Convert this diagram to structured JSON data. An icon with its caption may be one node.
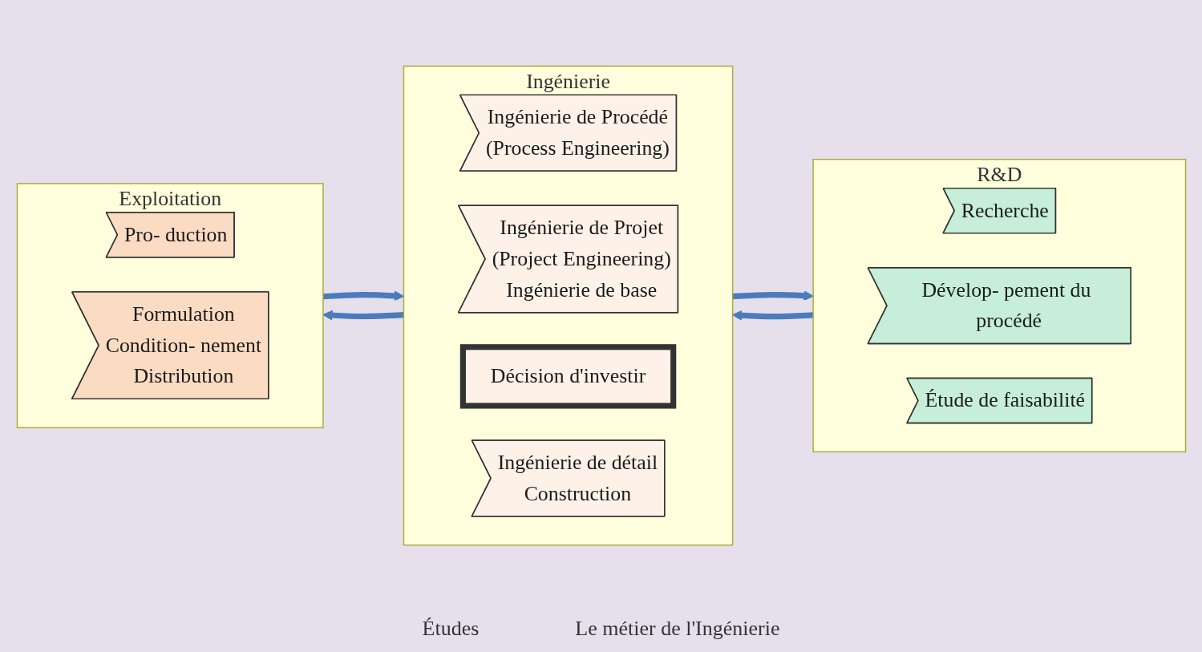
{
  "diagram": {
    "nodes": [
      {
        "text": [
          "R&D"
        ]
      },
      {
        "text": [
          "Recherche"
        ],
        "in": 0
      },
      {
        "text": [
          "Dévelop- pement du procédé"
        ],
        "in": 0
      },
      {
        "text": [
          "Étude de faisabilité"
        ],
        "in": 0
      },
      {
        "text": [
          "Ingénierie"
        ]
      },
      {
        "text": [
          "Ingénierie de Procédé",
          "(Process Engineering)"
        ],
        "in": 4
      },
      {
        "text": [
          "Ingénierie de Projet",
          "(Project Engineering)",
          "Ingénierie de base"
        ],
        "in": 4
      },
      {
        "text": [
          "Décision d'investir"
        ],
        "in": 4
      },
      {
        "text": [
          "Ingénierie de détail",
          "Construction"
        ],
        "in": 4
      },
      {
        "text": [
          "Exploitation"
        ]
      },
      {
        "text": [
          "Pro- duction"
        ],
        "in": 9
      },
      {
        "text": [
          "Formulation",
          "Condition- nement",
          "Distribution"
        ],
        "in": 9
      }
    ],
    "edges": [
      {
        "from": 0,
        "to": 4,
        "arrow": "to"
      },
      {
        "from": 4,
        "to": 9,
        "arrow": "to"
      },
      {
        "from": 4,
        "to": 0,
        "arrow": "to"
      },
      {
        "from": 9,
        "to": 4,
        "arrow": "to"
      }
    ],
    "labels": [
      "Études",
      "Le métier de l'Ingénierie"
    ]
  }
}
